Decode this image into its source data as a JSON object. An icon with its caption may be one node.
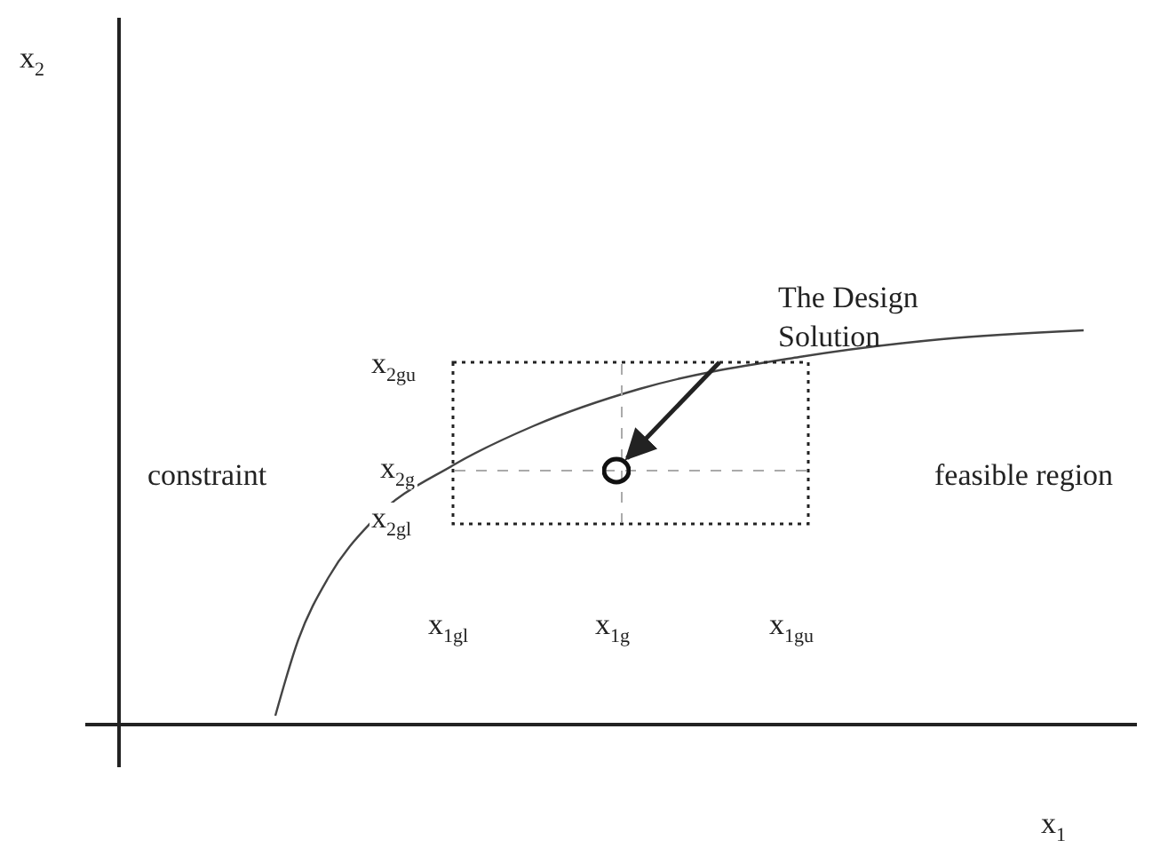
{
  "diagram": {
    "nodes": [
      {
        "text": [
          "The Design Solution"
        ]
      },
      {
        "text": [],
        "shape": "circle"
      }
    ],
    "edges": [
      {
        "from": 0,
        "to": 1,
        "arrow": "to"
      }
    ],
    "labels": [
      "x$_{2}$",
      "x$_{2gu}$",
      "x$_{2g}$",
      "constraint",
      "feasible region",
      "x$_{2gl}$",
      "x$_{1gl}$",
      "x$_{1g}$",
      "x$_{1gu}$",
      "x$_{1}$"
    ]
  }
}
